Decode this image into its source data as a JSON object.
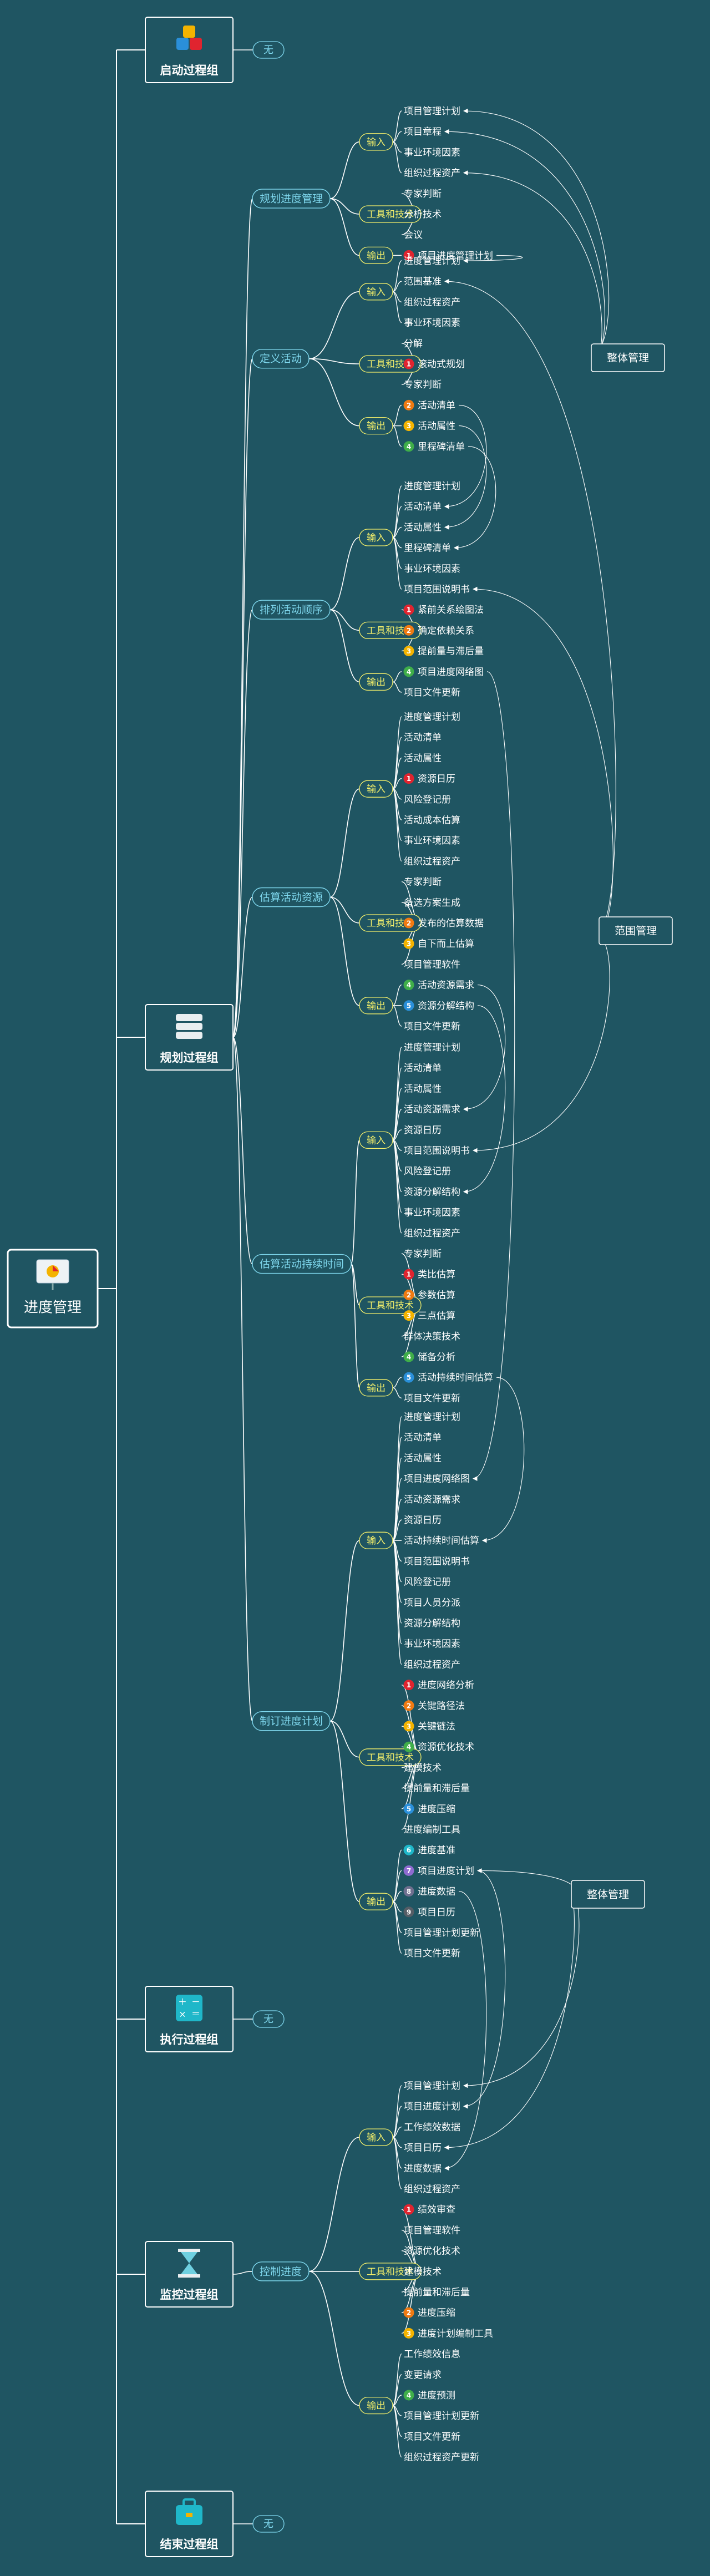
{
  "root": "进度管理",
  "groups": [
    {
      "id": "start",
      "label": "启动过程组",
      "icon": "blocks-icon",
      "empty_label": "无"
    },
    {
      "id": "plan",
      "label": "规划过程组",
      "icon": "stack-icon",
      "processes": [
        {
          "name": "规划进度管理",
          "cats": [
            {
              "name": "输入",
              "items": [
                {
                  "t": "项目管理计划"
                },
                {
                  "t": "项目章程"
                },
                {
                  "t": "事业环境因素"
                },
                {
                  "t": "组织过程资产"
                }
              ]
            },
            {
              "name": "工具和技术",
              "items": [
                {
                  "t": "专家判断"
                },
                {
                  "t": "分析技术"
                },
                {
                  "t": "会议"
                }
              ]
            },
            {
              "name": "输出",
              "items": [
                {
                  "t": "项目进度管理计划",
                  "n": "1"
                }
              ]
            }
          ]
        },
        {
          "name": "定义活动",
          "cats": [
            {
              "name": "输入",
              "items": [
                {
                  "t": "进度管理计划"
                },
                {
                  "t": "范围基准"
                },
                {
                  "t": "组织过程资产"
                },
                {
                  "t": "事业环境因素"
                }
              ]
            },
            {
              "name": "工具和技术",
              "items": [
                {
                  "t": "分解"
                },
                {
                  "t": "滚动式规划",
                  "n": "1"
                },
                {
                  "t": "专家判断"
                }
              ]
            },
            {
              "name": "输出",
              "items": [
                {
                  "t": "活动清单",
                  "n": "2"
                },
                {
                  "t": "活动属性",
                  "n": "3"
                },
                {
                  "t": "里程碑清单",
                  "n": "4"
                }
              ]
            }
          ]
        },
        {
          "name": "排列活动顺序",
          "cats": [
            {
              "name": "输入",
              "items": [
                {
                  "t": "进度管理计划"
                },
                {
                  "t": "活动清单"
                },
                {
                  "t": "活动属性"
                },
                {
                  "t": "里程碑清单"
                },
                {
                  "t": "事业环境因素"
                },
                {
                  "t": "项目范围说明书"
                }
              ]
            },
            {
              "name": "工具和技术",
              "items": [
                {
                  "t": "紧前关系绘图法",
                  "n": "1"
                },
                {
                  "t": "确定依赖关系",
                  "n": "2"
                },
                {
                  "t": "提前量与滞后量",
                  "n": "3"
                }
              ]
            },
            {
              "name": "输出",
              "items": [
                {
                  "t": "项目进度网络图",
                  "n": "4"
                },
                {
                  "t": "项目文件更新"
                }
              ]
            }
          ]
        },
        {
          "name": "估算活动资源",
          "cats": [
            {
              "name": "输入",
              "items": [
                {
                  "t": "进度管理计划"
                },
                {
                  "t": "活动清单"
                },
                {
                  "t": "活动属性"
                },
                {
                  "t": "资源日历",
                  "n": "1"
                },
                {
                  "t": "风险登记册"
                },
                {
                  "t": "活动成本估算"
                },
                {
                  "t": "事业环境因素"
                },
                {
                  "t": "组织过程资产"
                }
              ]
            },
            {
              "name": "工具和技术",
              "items": [
                {
                  "t": "专家判断"
                },
                {
                  "t": "备选方案生成"
                },
                {
                  "t": "发布的估算数据",
                  "n": "2"
                },
                {
                  "t": "自下而上估算",
                  "n": "3"
                },
                {
                  "t": "项目管理软件"
                }
              ]
            },
            {
              "name": "输出",
              "items": [
                {
                  "t": "活动资源需求",
                  "n": "4"
                },
                {
                  "t": "资源分解结构",
                  "n": "5"
                },
                {
                  "t": "项目文件更新"
                }
              ]
            }
          ]
        },
        {
          "name": "估算活动持续时间",
          "cats": [
            {
              "name": "输入",
              "items": [
                {
                  "t": "进度管理计划"
                },
                {
                  "t": "活动清单"
                },
                {
                  "t": "活动属性"
                },
                {
                  "t": "活动资源需求"
                },
                {
                  "t": "资源日历"
                },
                {
                  "t": "项目范围说明书"
                },
                {
                  "t": "风险登记册"
                },
                {
                  "t": "资源分解结构"
                },
                {
                  "t": "事业环境因素"
                },
                {
                  "t": "组织过程资产"
                }
              ]
            },
            {
              "name": "工具和技术",
              "items": [
                {
                  "t": "专家判断"
                },
                {
                  "t": "类比估算",
                  "n": "1"
                },
                {
                  "t": "参数估算",
                  "n": "2"
                },
                {
                  "t": "三点估算",
                  "n": "3"
                },
                {
                  "t": "群体决策技术"
                },
                {
                  "t": "储备分析",
                  "n": "4"
                }
              ]
            },
            {
              "name": "输出",
              "items": [
                {
                  "t": "活动持续时间估算",
                  "n": "5"
                },
                {
                  "t": "项目文件更新"
                }
              ]
            }
          ]
        },
        {
          "name": "制订进度计划",
          "cats": [
            {
              "name": "输入",
              "items": [
                {
                  "t": "进度管理计划"
                },
                {
                  "t": "活动清单"
                },
                {
                  "t": "活动属性"
                },
                {
                  "t": "项目进度网络图"
                },
                {
                  "t": "活动资源需求"
                },
                {
                  "t": "资源日历"
                },
                {
                  "t": "活动持续时间估算"
                },
                {
                  "t": "项目范围说明书"
                },
                {
                  "t": "风险登记册"
                },
                {
                  "t": "项目人员分派"
                },
                {
                  "t": "资源分解结构"
                },
                {
                  "t": "事业环境因素"
                },
                {
                  "t": "组织过程资产"
                }
              ]
            },
            {
              "name": "工具和技术",
              "items": [
                {
                  "t": "进度网络分析",
                  "n": "1"
                },
                {
                  "t": "关键路径法",
                  "n": "2"
                },
                {
                  "t": "关键链法",
                  "n": "3"
                },
                {
                  "t": "资源优化技术",
                  "n": "4"
                },
                {
                  "t": "建模技术"
                },
                {
                  "t": "提前量和滞后量"
                },
                {
                  "t": "进度压缩",
                  "n": "5"
                },
                {
                  "t": "进度编制工具"
                }
              ]
            },
            {
              "name": "输出",
              "items": [
                {
                  "t": "进度基准",
                  "n": "6"
                },
                {
                  "t": "项目进度计划",
                  "n": "7"
                },
                {
                  "t": "进度数据",
                  "n": "8"
                },
                {
                  "t": "项目日历",
                  "n": "9"
                },
                {
                  "t": "项目管理计划更新"
                },
                {
                  "t": "项目文件更新"
                }
              ]
            }
          ]
        }
      ]
    },
    {
      "id": "exec",
      "label": "执行过程组",
      "icon": "calculator-icon",
      "empty_label": "无"
    },
    {
      "id": "monitor",
      "label": "监控过程组",
      "icon": "hourglass-icon",
      "processes": [
        {
          "name": "控制进度",
          "cats": [
            {
              "name": "输入",
              "items": [
                {
                  "t": "项目管理计划"
                },
                {
                  "t": "项目进度计划"
                },
                {
                  "t": "工作绩效数据"
                },
                {
                  "t": "项目日历"
                },
                {
                  "t": "进度数据"
                },
                {
                  "t": "组织过程资产"
                }
              ]
            },
            {
              "name": "工具和技术",
              "items": [
                {
                  "t": "绩效审查",
                  "n": "1"
                },
                {
                  "t": "项目管理软件"
                },
                {
                  "t": "资源优化技术"
                },
                {
                  "t": "建模技术"
                },
                {
                  "t": "提前量和滞后量"
                },
                {
                  "t": "进度压缩",
                  "n": "2"
                },
                {
                  "t": "进度计划编制工具",
                  "n": "3"
                }
              ]
            },
            {
              "name": "输出",
              "items": [
                {
                  "t": "工作绩效信息"
                },
                {
                  "t": "变更请求"
                },
                {
                  "t": "进度预测",
                  "n": "4"
                },
                {
                  "t": "项目管理计划更新"
                },
                {
                  "t": "项目文件更新"
                },
                {
                  "t": "组织过程资产更新"
                }
              ]
            }
          ]
        }
      ]
    },
    {
      "id": "close",
      "label": "结束过程组",
      "icon": "briefcase-icon",
      "empty_label": "无"
    }
  ],
  "refs": [
    "整体管理",
    "范围管理",
    "整体管理"
  ],
  "badge_colors": {
    "1": "#e0242f",
    "2": "#f07a12",
    "3": "#f4b300",
    "4": "#3fae49",
    "5": "#2a8fd9",
    "6": "#1fb7c9",
    "7": "#8e6bd0",
    "8": "#6f6f8f",
    "9": "#555d66"
  },
  "colors": {
    "background": "#1f5562",
    "line": "#ffffff",
    "process": "#7fd8ee",
    "category": "#f2ee6a"
  }
}
